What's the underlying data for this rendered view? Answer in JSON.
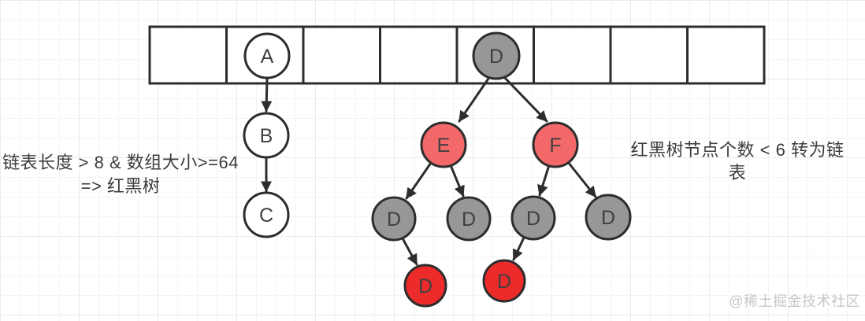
{
  "colors": {
    "outline": "#2d2d2d",
    "node_white_fill": "#ffffff",
    "node_gray_fill": "#979797",
    "node_red_light_fill": "#f36969",
    "node_red_fill": "#ee2b2b",
    "node_label": "#3f3f3f",
    "annotation_text": "#3c3c3c",
    "watermark_text": "#c7c7c7"
  },
  "array": {
    "cell_count": 8,
    "occupants": [
      {
        "cell_index": 1,
        "node": "A"
      },
      {
        "cell_index": 4,
        "node": "D"
      }
    ]
  },
  "node_labels": {
    "a": "A",
    "b": "B",
    "c": "C",
    "root_d": "D",
    "e": "E",
    "f": "F",
    "d1": "D",
    "d2": "D",
    "d3": "D",
    "d4": "D",
    "d5": "D",
    "d6": "D"
  },
  "linked_list_chain": [
    "A",
    "B",
    "C"
  ],
  "tree_edges": [
    "D→E",
    "D→F",
    "E→D",
    "E→D",
    "F→D",
    "F→D",
    "D→D(red)",
    "D→D(red)"
  ],
  "annotations": {
    "treeify_rule_line1": "链表长度 > 8 & 数组大小>=64",
    "treeify_rule_line2": "=> 红黑树",
    "untreeify_rule": "红黑树节点个数 < 6 转为链表"
  },
  "watermark": "@稀土掘金技术社区"
}
